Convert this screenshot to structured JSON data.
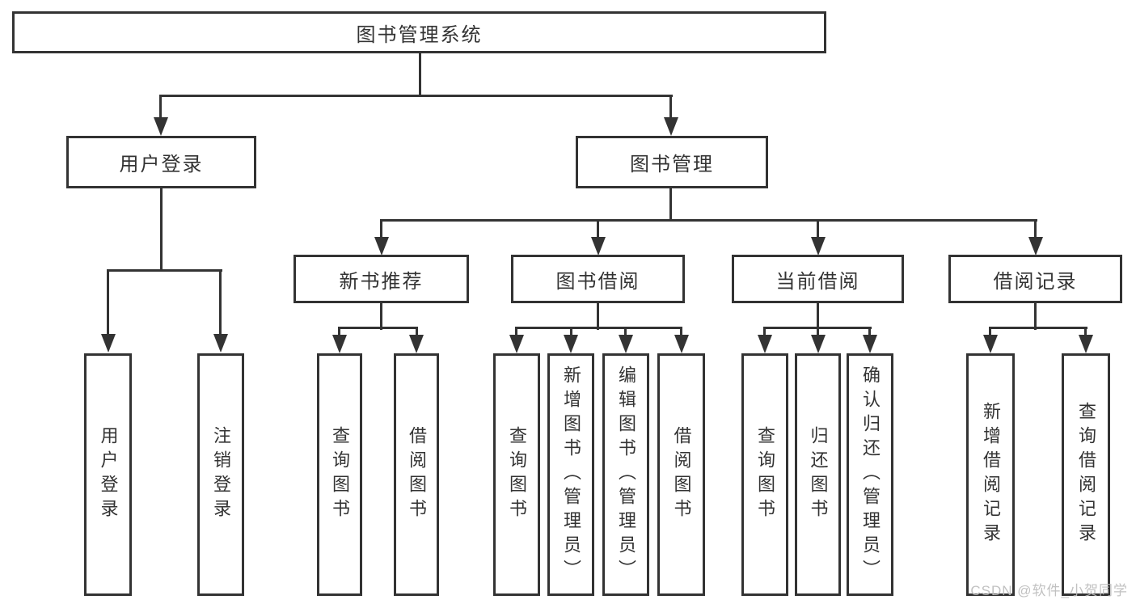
{
  "diagram_title": "图书管理系统",
  "tree": {
    "root": {
      "label": "图书管理系统",
      "children": [
        {
          "label": "用户登录",
          "children": [
            {
              "label": "用户登录"
            },
            {
              "label": "注销登录"
            }
          ]
        },
        {
          "label": "图书管理",
          "children": [
            {
              "label": "新书推荐",
              "children": [
                {
                  "label": "查询图书"
                },
                {
                  "label": "借阅图书"
                }
              ]
            },
            {
              "label": "图书借阅",
              "children": [
                {
                  "label": "查询图书"
                },
                {
                  "label": "新增图书（管理员）"
                },
                {
                  "label": "编辑图书（管理员）"
                },
                {
                  "label": "借阅图书"
                }
              ]
            },
            {
              "label": "当前借阅",
              "children": [
                {
                  "label": "查询图书"
                },
                {
                  "label": "归还图书"
                },
                {
                  "label": "确认归还（管理员）"
                }
              ]
            },
            {
              "label": "借阅记录",
              "children": [
                {
                  "label": "新增借阅记录"
                },
                {
                  "label": "查询借阅记录"
                }
              ]
            }
          ]
        }
      ]
    }
  },
  "watermark": "CSDN @软件_小贺同学",
  "colors": {
    "line": "#333333",
    "text": "#333333",
    "watermark": "#bcbcbc",
    "background": "#ffffff"
  }
}
